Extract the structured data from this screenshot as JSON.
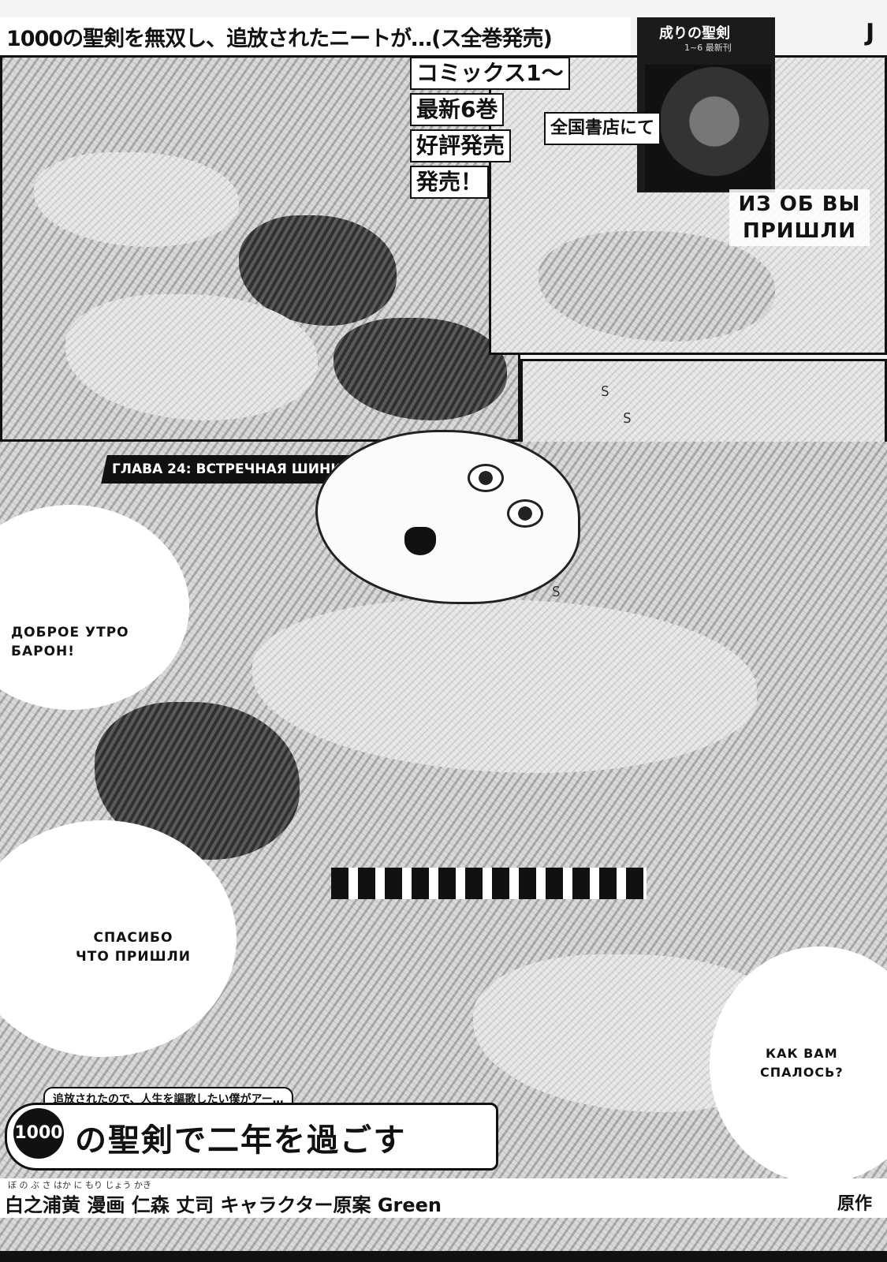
{
  "banner": {
    "headline": "1000の聖剣を無双し、追放されたニートが…(ス全巻発売)",
    "edge_mark": "J",
    "cover_title": "成りの聖剣",
    "cover_sub": "1~6 最新刊"
  },
  "promo": {
    "lines": [
      "コミックス1～",
      "最新6巻",
      "好評発売",
      "発売！",
      "全国書店にて"
    ]
  },
  "chapter": {
    "label": "ГЛАВА 24: ВСТРЕЧНАЯ ШИНКУРА"
  },
  "captions": {
    "top_right": [
      "ИЗ ОБ ВЫ",
      "ПРИШЛИ"
    ],
    "left": [
      "ДОБРОЕ УТРО",
      "БАРОН!"
    ],
    "middle": [
      "СПАСИБО",
      "ЧТО ПРИШЛИ"
    ],
    "bottom_right": [
      "КАК ВАМ",
      "СПАЛОСЬ?"
    ]
  },
  "sfx": {
    "s1": "S",
    "s2": "S",
    "s3": "S"
  },
  "logo": {
    "strap": "追放されたので、人生を謳歌したい僕がアー…",
    "number": "1000",
    "title": "の聖剣で二年を過ごす"
  },
  "credits": {
    "ruby": "ぼ  の  ぶ  さ    はか                      に  もり   じょう かき",
    "line": "白之浦黄   漫画 仁森 丈司   キャラクター原案 Green",
    "extra": "原作"
  }
}
